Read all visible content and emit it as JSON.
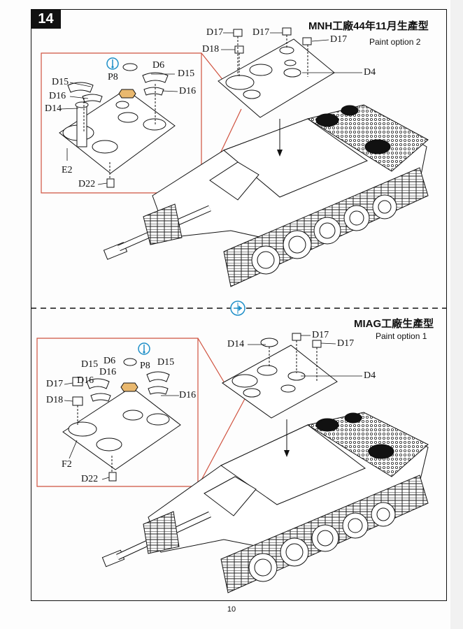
{
  "step": "14",
  "page_number": "10",
  "colors": {
    "callout": "#d0523f",
    "symbol": "#1e8fc8",
    "tinted_part": "#e9b86e",
    "ink": "#111111"
  },
  "top": {
    "title": "MNH工廠44年11月生產型",
    "paint_option": "Paint option 2",
    "labels": [
      "D17",
      "D17",
      "D17",
      "D18",
      "D4",
      "D6",
      "P8",
      "D15",
      "D15",
      "D16",
      "D16",
      "D14",
      "E2",
      "D22"
    ]
  },
  "bottom": {
    "title": "MIAG工廠生產型",
    "paint_option": "Paint option 1",
    "labels": [
      "D17",
      "D17",
      "D14",
      "D4",
      "D6",
      "P8",
      "D15",
      "D15",
      "D16",
      "D16",
      "D17",
      "D18",
      "D16",
      "F2",
      "D22"
    ]
  },
  "icons": [
    "step-number-badge",
    "rotate-view-symbol",
    "flip-model-symbol"
  ]
}
